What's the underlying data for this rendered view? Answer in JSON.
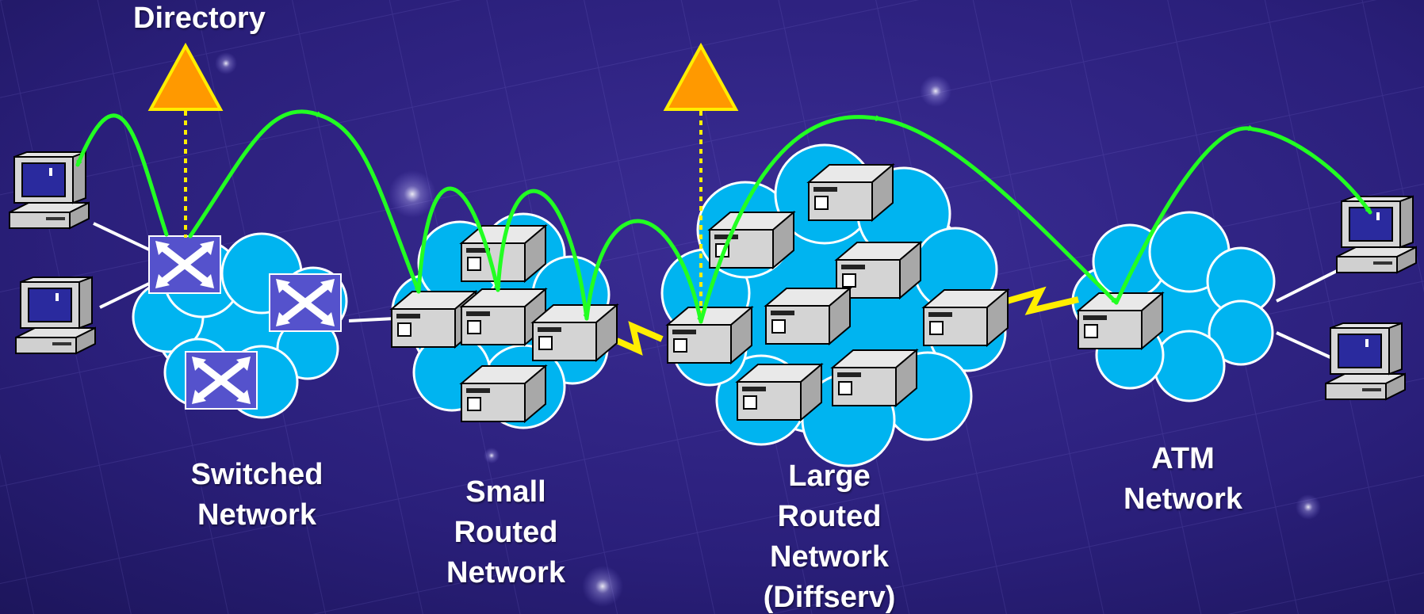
{
  "labels": {
    "directory": "Directory",
    "switched": [
      "Switched",
      "Network"
    ],
    "small_routed": [
      "Small",
      "Routed",
      "Network"
    ],
    "large_routed": [
      "Large",
      "Routed",
      "Network",
      "(Diffserv)"
    ],
    "atm": [
      "ATM",
      "Network"
    ]
  },
  "colors": {
    "background": "#2a1f7a",
    "cloud": "#00b4f0",
    "directory_triangle": "#ff9900",
    "signal_arrows": "#22ff22",
    "dotted_links": "#ffee00",
    "wan_links": "#ffee00",
    "switch_box": "#5552cc"
  },
  "icons": {
    "directory": "orange-triangle-icon",
    "switch": "crossed-arrows-switch-icon",
    "router": "router-box-icon",
    "computer": "desktop-computer-icon",
    "wan_link": "lightning-bolt-icon",
    "signaling": "green-curved-arrow-icon"
  }
}
